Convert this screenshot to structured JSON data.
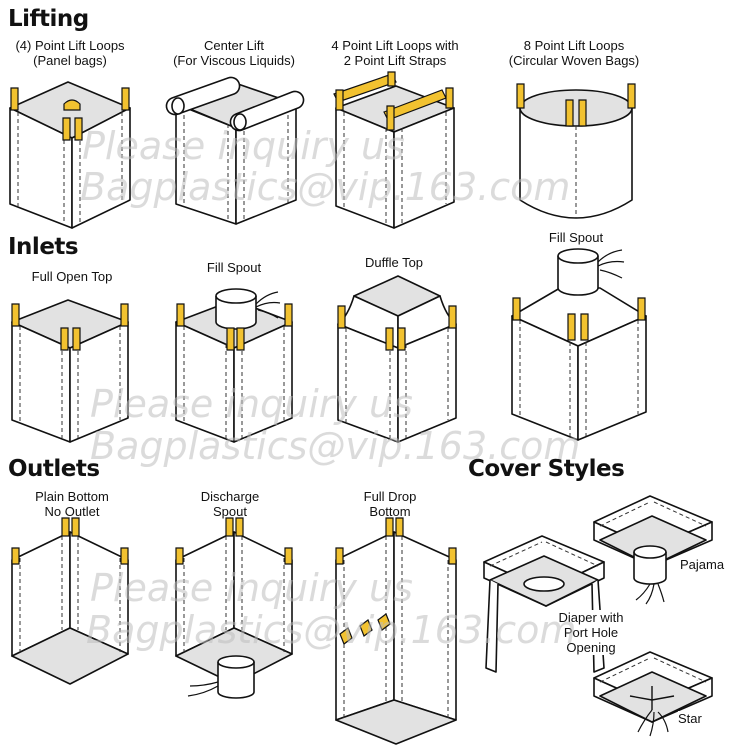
{
  "sections": {
    "lifting": "Lifting",
    "inlets": "Inlets",
    "outlets": "Outlets",
    "cover_styles": "Cover Styles"
  },
  "lifting": [
    {
      "caption": "(4) Point Lift Loops\n(Panel bags)"
    },
    {
      "caption": "Center Lift\n(For Viscous Liquids)"
    },
    {
      "caption": "4 Point Lift Loops with\n2 Point Lift Straps"
    },
    {
      "caption": "8 Point Lift Loops\n(Circular Woven Bags)"
    }
  ],
  "inlets": [
    {
      "caption": "Full Open Top"
    },
    {
      "caption": "Fill Spout"
    },
    {
      "caption": "Duffle Top"
    },
    {
      "caption": "Fill Spout"
    }
  ],
  "outlets": [
    {
      "caption": "Plain Bottom\nNo Outlet"
    },
    {
      "caption": "Discharge\nSpout"
    },
    {
      "caption": "Full Drop\nBottom"
    }
  ],
  "covers": [
    {
      "label": "Pajama"
    },
    {
      "label": "Diaper with\nPort Hole\nOpening"
    },
    {
      "label": "Star"
    }
  ],
  "watermark": {
    "line1": "Please inquiry us",
    "line2": "Bagplastics@vip.163.com"
  },
  "colors": {
    "loop": "#f2c230",
    "outline": "#111111",
    "top_panel": "#e2e2e2",
    "background": "#ffffff"
  }
}
